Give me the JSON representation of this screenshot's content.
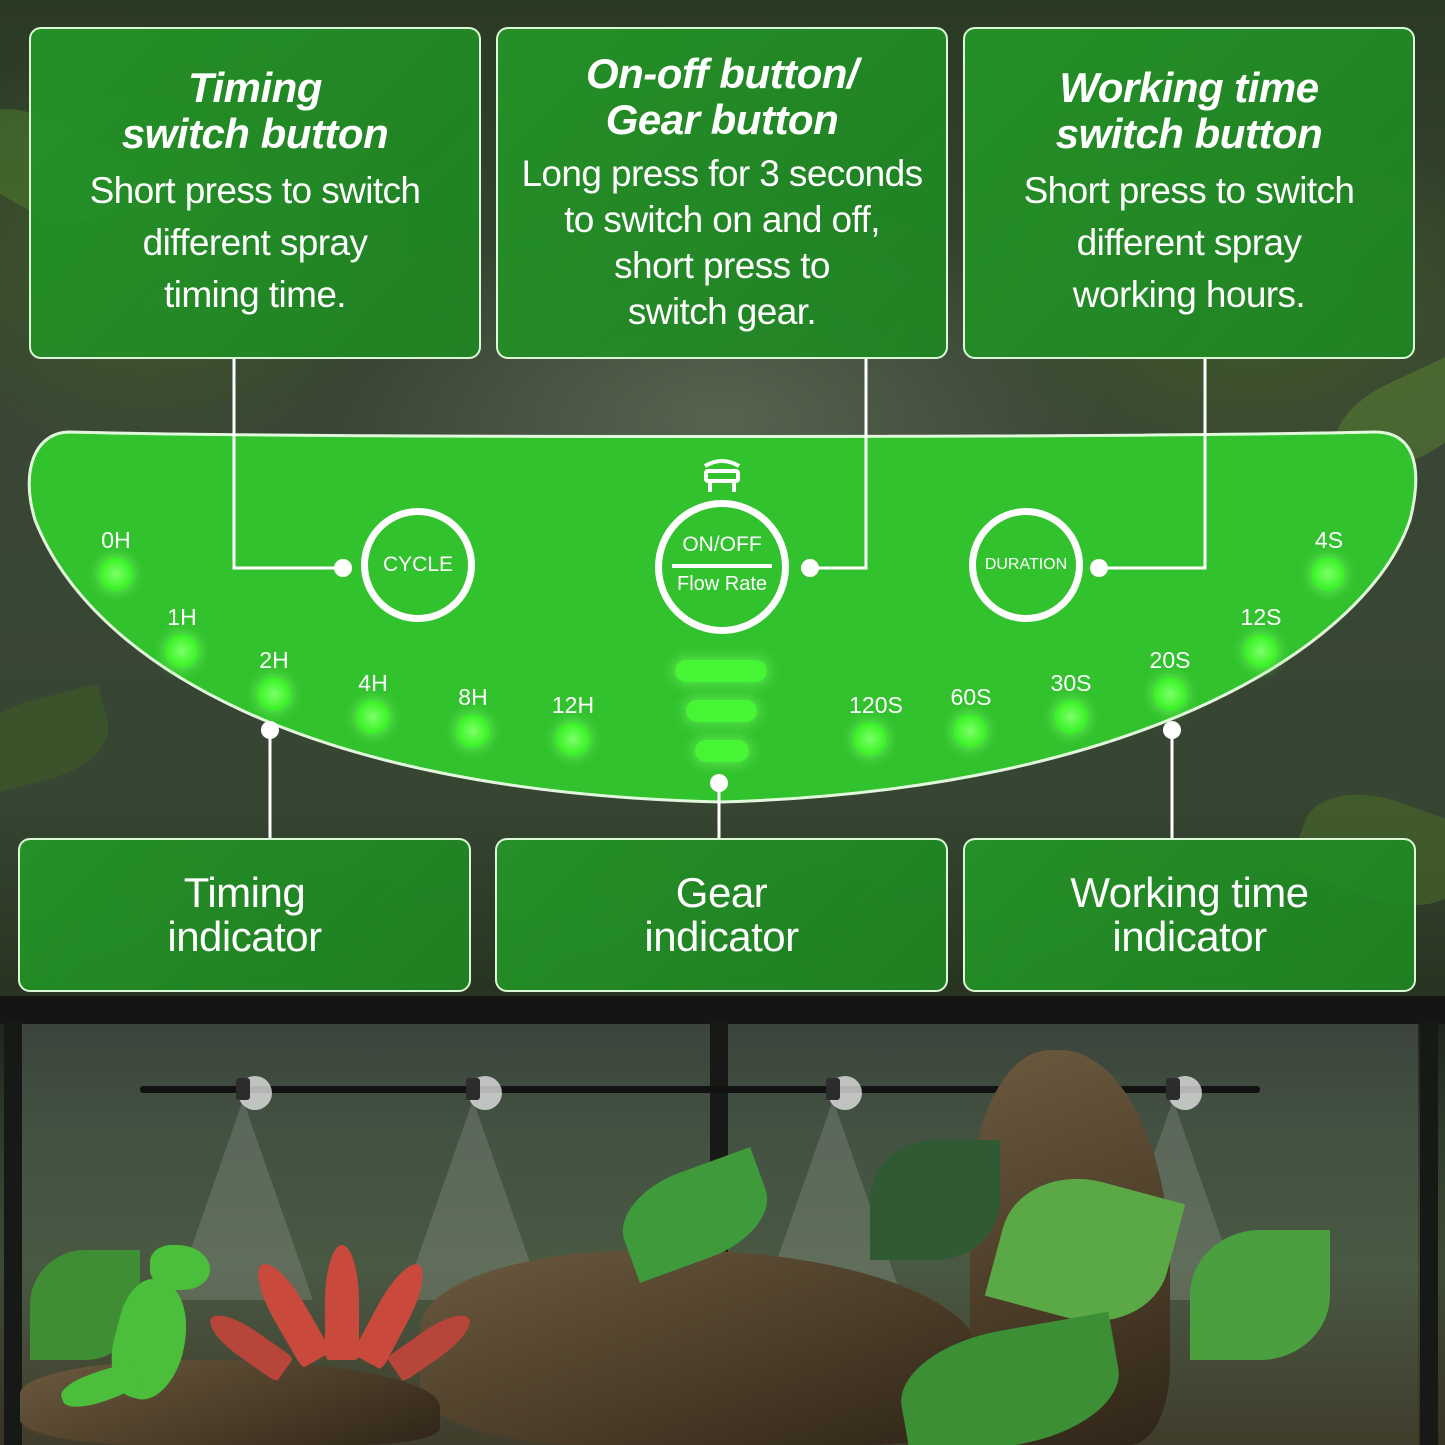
{
  "callouts_top": {
    "timing_switch": {
      "title": [
        "Timing",
        "switch button"
      ],
      "desc": [
        "Short press to switch",
        "different spray",
        "timing time."
      ]
    },
    "onoff_gear": {
      "title": [
        "On-off button/",
        "Gear button"
      ],
      "desc": [
        "Long press for 3 seconds",
        "to switch on and off,",
        "short press to",
        "switch gear."
      ]
    },
    "working_time_switch": {
      "title": [
        "Working time",
        "switch button"
      ],
      "desc": [
        "Short press to switch",
        "different spray",
        "working hours."
      ]
    }
  },
  "callouts_bottom": {
    "timing_indicator": [
      "Timing",
      "indicator"
    ],
    "gear_indicator": [
      "Gear",
      "indicator"
    ],
    "working_time_indicator": [
      "Working time",
      "indicator"
    ]
  },
  "panel": {
    "cycle_label": "CYCLE",
    "onoff_label": "ON/OFF",
    "flow_rate_label": "Flow Rate",
    "duration_label": "DURATION",
    "timing_leds": [
      "0H",
      "1H",
      "2H",
      "4H",
      "8H",
      "12H"
    ],
    "duration_leds": [
      "120S",
      "60S",
      "30S",
      "20S",
      "12S",
      "4S"
    ],
    "gear_levels": 3
  },
  "colors": {
    "panel_green": "#2fbf2c",
    "led_green": "#46f534",
    "callout_green": "#249628",
    "line_white": "#ffffff"
  },
  "icons": {
    "mist_head": "mist-nozzle-icon"
  }
}
